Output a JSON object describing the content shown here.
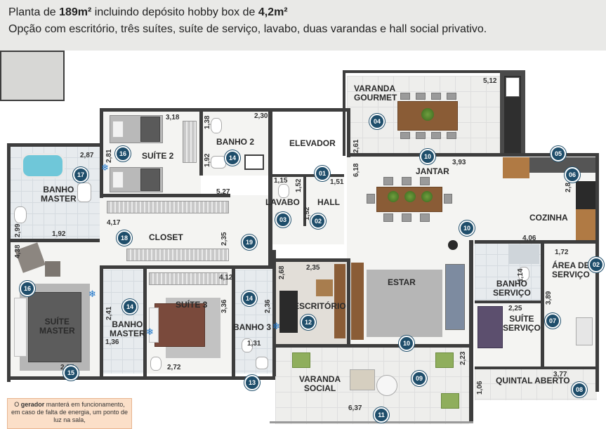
{
  "header": {
    "line1": {
      "prefix": "Planta de ",
      "area": "189m²",
      "middle": " incluindo depósito hobby box de ",
      "box_area": "4,2m²"
    },
    "line2": "Opção com escritório, três suítes, suíte de serviço, lavabo, duas varandas e hall social privativo."
  },
  "rooms": {
    "varanda_gourmet": [
      "VARANDA",
      "GOURMET"
    ],
    "banho2": "BANHO 2",
    "elevador": "ELEVADOR",
    "suite2": "SUÍTE 2",
    "banho_master": [
      "BANHO",
      "MASTER"
    ],
    "jantar": "JANTAR",
    "lavabo": "LAVABO",
    "hall": "HALL",
    "cozinha": "COZINHA",
    "closet": "CLOSET",
    "area_servico": [
      "ÁREA DE",
      "SERVIÇO"
    ],
    "estar": "ESTAR",
    "banho_servico": [
      "BANHO",
      "SERVIÇO"
    ],
    "escritorio": "ESCRITÓRIO",
    "suite3": "SUÍTE 3",
    "suite_master": [
      "SUÍTE",
      "MASTER"
    ],
    "banho_master2": [
      "BANHO",
      "MASTER"
    ],
    "banho3": "BANHO 3",
    "suite_servico": [
      "SUÍTE",
      "SERVIÇO"
    ],
    "varanda_social": [
      "VARANDA",
      "SOCIAL"
    ],
    "quintal_aberto": "QUINTAL ABERTO"
  },
  "dimensions": {
    "d512": "5,12",
    "d318": "3,18",
    "d138": "1,38",
    "d230": "2,30",
    "d261": "2,61",
    "d287a": "2,87",
    "d281": "2,81",
    "d192a": "1,92",
    "d618": "6,18",
    "d393": "3,93",
    "d115": "1,15",
    "d152a": "1,52",
    "d151": "1,51",
    "d527": "5,27",
    "d28": "2,8",
    "d299": "2,99",
    "d192b": "1,92",
    "d417": "4,17",
    "d235a": "2,35",
    "d152b": "1,52",
    "d406": "4,06",
    "d172": "1,72",
    "d438": "4,38",
    "d268": "2,68",
    "d235b": "2,35",
    "d412": "4,12",
    "d114": "1,14",
    "d241": "2,41",
    "d336": "3,36",
    "d236": "2,36",
    "d225": "2,25",
    "d389": "3,89",
    "d136": "1,36",
    "d131": "1,31",
    "d287b": "2,87",
    "d272": "2,72",
    "d223": "2,23",
    "d377": "3,77",
    "d106": "1,06",
    "d637": "6,37"
  },
  "badges": {
    "b01": "01",
    "b02a": "02",
    "b02b": "02",
    "b03": "03",
    "b04": "04",
    "b05": "05",
    "b06": "06",
    "b07": "07",
    "b08": "08",
    "b09": "09",
    "b10a": "10",
    "b10b": "10",
    "b10c": "10",
    "b11": "11",
    "b12": "12",
    "b13": "13",
    "b14a": "14",
    "b14b": "14",
    "b14c": "14",
    "b15": "15",
    "b16a": "16",
    "b16b": "16",
    "b17": "17",
    "b18": "18",
    "b19": "19"
  },
  "note": {
    "bold": "gerador",
    "before": "O ",
    "after": " manterá em funcionamento, em caso de falta de energia, um ponto de luz na sala,"
  },
  "colors": {
    "badge": "#1f4e6b",
    "wall": "#3d3d3d",
    "header_bg": "#e9e9e7",
    "note_bg": "#fbdfc8",
    "ac_icon": "#1b74c9"
  },
  "icons": [
    "snowflake-icon"
  ]
}
